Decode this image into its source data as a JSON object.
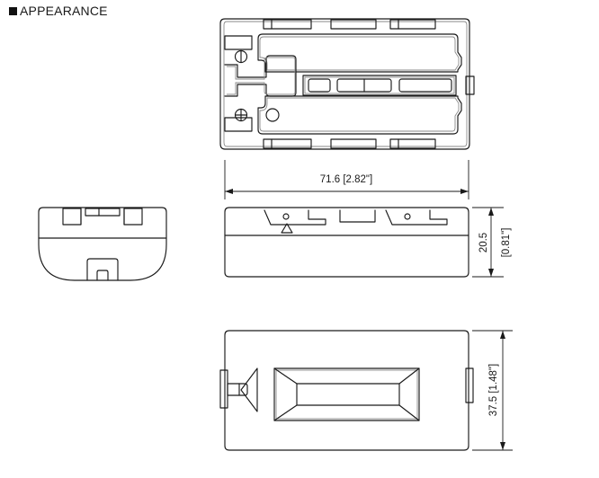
{
  "header": {
    "bullet_icon": "filled-square-bullet",
    "title": "APPEARANCE"
  },
  "drawing": {
    "subject": "battery-pack-outline-drawing",
    "line_color": "#1a1a1a",
    "background_color": "#ffffff",
    "views": [
      {
        "id": "top-view",
        "name": "Top View",
        "position": "top-center"
      },
      {
        "id": "side-view",
        "name": "Side View",
        "position": "middle-left"
      },
      {
        "id": "front-view",
        "name": "Front View",
        "position": "middle-center"
      },
      {
        "id": "bottom-view",
        "name": "Bottom View",
        "position": "bottom-center"
      }
    ]
  },
  "dimensions": {
    "width": {
      "label": "71.6  [2.82\"]",
      "value_mm": "71.6",
      "value_in": "[2.82\"]",
      "orientation": "horizontal",
      "applies_to": "front-view"
    },
    "height": {
      "label_mm": "20.5",
      "label_in": "[0.81\"]",
      "orientation": "vertical",
      "applies_to": "front-view"
    },
    "depth": {
      "label": "37.5 [1.48\"]",
      "value_mm": "37.5",
      "value_in": "[1.48\"]",
      "orientation": "vertical",
      "applies_to": "bottom-view"
    }
  },
  "markings": {
    "slotted_screw_icon": "slotted-screw-symbol",
    "phillips_screw_icon": "phillips-screw-symbol",
    "polarity_triangle_icon": "triangle-marking",
    "direction_arrow_icon": "left-triangle-arrow",
    "pin_hole_icon": "pin-hole-circle"
  }
}
